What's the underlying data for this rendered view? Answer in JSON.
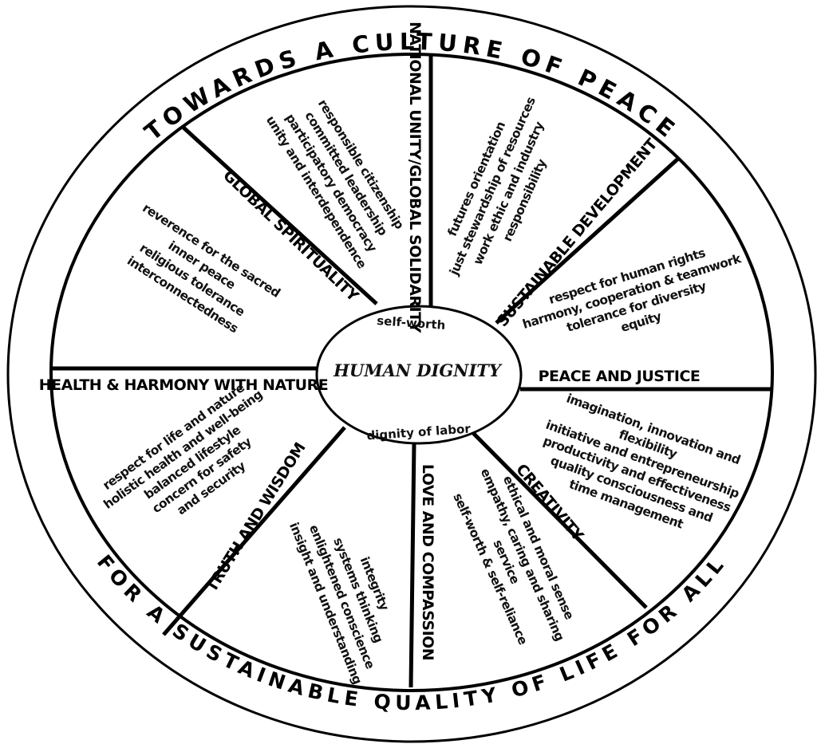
{
  "outer_ring": {
    "top_text": "TOWARDS A CULTURE OF PEACE",
    "bottom_text": "FOR A SUSTAINABLE QUALITY OF LIFE FOR ALL"
  },
  "center": {
    "title": "HUMAN DIGNITY",
    "top_label": "self-worth",
    "bottom_label": "dignity of labor"
  },
  "sectors": [
    {
      "heading": "NATIONAL UNITY/GLOBAL SOLIDARITY",
      "items": [
        "responsible citizenship",
        "committed leadership",
        "participatory democracy",
        "unity and interdependence"
      ]
    },
    {
      "heading": "SUSTAINABLE DEVELOPMENT",
      "items": [
        "futures orientation",
        "just stewardship of resources",
        "work ethic and industry",
        "responsibility"
      ]
    },
    {
      "heading": "PEACE AND JUSTICE",
      "items": [
        "respect for human rights",
        "harmony, cooperation & teamwork",
        "tolerance for diversity",
        "equity"
      ]
    },
    {
      "heading": "CREATIVITY",
      "items": [
        "imagination, innovation and",
        "flexibility",
        "initiative and entrepreneurship",
        "productivity and effectiveness",
        "quality consciousness and",
        "time management"
      ]
    },
    {
      "heading": "LOVE AND COMPASSION",
      "items": [
        "ethical and moral sense",
        "empathy, caring and sharing",
        "service",
        "self-worth & self-reliance"
      ]
    },
    {
      "heading": "TRUTH AND WISDOM",
      "items": [
        "integrity",
        "systems thinking",
        "enlightened conscience",
        "insight and understanding"
      ]
    },
    {
      "heading": "HEALTH & HARMONY WITH NATURE",
      "items": [
        "respect for life and nature",
        "holistic health and well-being",
        "balanced lifestyle",
        "concern for safety",
        "and security"
      ]
    },
    {
      "heading": "GLOBAL SPIRITUALITY",
      "items": [
        "reverence for the sacred",
        "inner peace",
        "religious tolerance",
        "interconnectedness"
      ]
    }
  ]
}
